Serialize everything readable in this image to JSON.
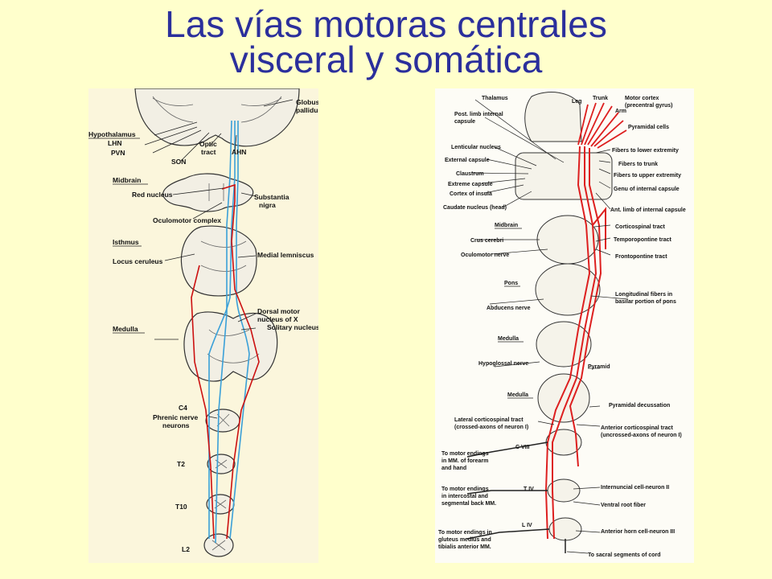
{
  "title": {
    "line1": "Las vías motoras centrales",
    "line2": "visceral y somática"
  },
  "left_labels": {
    "globus": [
      "Globus",
      "pallidus"
    ],
    "hypothalamus": "Hypothalamus",
    "lhn": "LHN",
    "pvn": "PVN",
    "son": "SON",
    "optic": [
      "Optic",
      "tract"
    ],
    "ahn": "AHN",
    "midbrain": "Midbrain",
    "red_nucleus": "Red nucleus",
    "substantia": [
      "Substantia",
      "nigra"
    ],
    "oculomotor_complex": "Oculomotor complex",
    "isthmus": "Isthmus",
    "locus": "Locus ceruleus",
    "medial_lemniscus": "Medial lemniscus",
    "dorsal_motor": [
      "Dorsal motor",
      "nucleus of X"
    ],
    "solitary": "Solitary nucleus",
    "medulla": "Medulla",
    "c4": "C4",
    "phrenic": [
      "Phrenic nerve",
      "neurons"
    ],
    "t2": "T2",
    "t10": "T10",
    "l2": "L2"
  },
  "right_labels": {
    "thalamus": "Thalamus",
    "post_limb": [
      "Post. limb internal",
      "capsule"
    ],
    "motor_cortex": [
      "Motor cortex",
      "(precentral gyrus)"
    ],
    "leg": "Leg",
    "trunk": "Trunk",
    "arm": "Arm",
    "pyramidal_cells": "Pyramidal cells",
    "lenticular": "Lenticular nucleus",
    "fibers_lower": "Fibers to lower extremity",
    "external_capsule": "External capsule",
    "fibers_trunk": "Fibers to trunk",
    "claustrum": "Claustrum",
    "fibers_upper": "Fibers to upper extremity",
    "extreme_capsule": "Extreme capsule",
    "genu": "Genu of internal capsule",
    "cortex_insula": "Cortex of insula",
    "caudate": "Caudate nucleus (head)",
    "ant_limb": "Ant. limb of internal capsule",
    "midbrain": "Midbrain",
    "corticospinal": "Corticospinal tract",
    "crus": "Crus cerebri",
    "temporopontine": "Temporopontine tract",
    "oculomotor_nerve": "Oculomotor nerve",
    "frontopontine": "Frontopontine tract",
    "pons": "Pons",
    "longitudinal": [
      "Longitudinal fibers in",
      "basilar portion of pons"
    ],
    "abducens": "Abducens nerve",
    "medulla1": "Medulla",
    "hypoglossal": "Hypoglossal nerve",
    "pyramid": "Pyramid",
    "medulla2": "Medulla",
    "pyr_decussation": "Pyramidal decussation",
    "lateral_cs": [
      "Lateral corticospinal tract",
      "(crossed-axons of neuron I)"
    ],
    "anterior_cs": [
      "Anterior corticospinal tract",
      "(uncrossed-axons of neuron I)"
    ],
    "c8": "C VIII",
    "motor_forearm": [
      "To motor endings",
      "in MM. of forearm",
      "and hand"
    ],
    "t4": "T IV",
    "motor_intercostal": [
      "To motor endings",
      "in intercostal and",
      "segmental back MM."
    ],
    "internuncial": "Internuncial cell-neuron II",
    "ventral_root": "Ventral root fiber",
    "l4": "L IV",
    "motor_gluteus": [
      "To motor endings in",
      "gluteus medius and",
      "tibialis anterior MM."
    ],
    "anterior_horn": "Anterior horn cell-neuron III",
    "sacral": "To sacral segments of cord"
  }
}
